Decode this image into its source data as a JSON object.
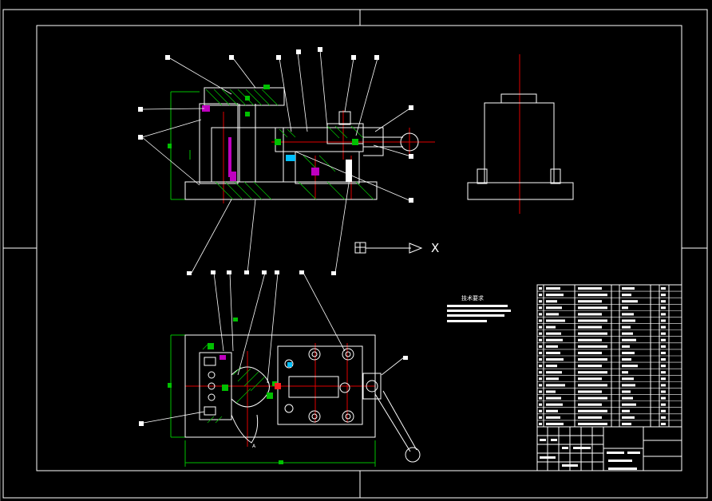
{
  "drawing": {
    "background_color": "#000000",
    "line_color": "#ffffff",
    "centerline_color": "#e00000",
    "dimension_color": "#00c000",
    "hatch_color": "#00c000",
    "highlight_color": "#c000c0",
    "bolt_color": "#ff2020"
  },
  "tech_requirements": {
    "title": "技术要求"
  },
  "axis_marker": {
    "label": "X"
  },
  "bottom_view": {
    "section_label": "A"
  }
}
